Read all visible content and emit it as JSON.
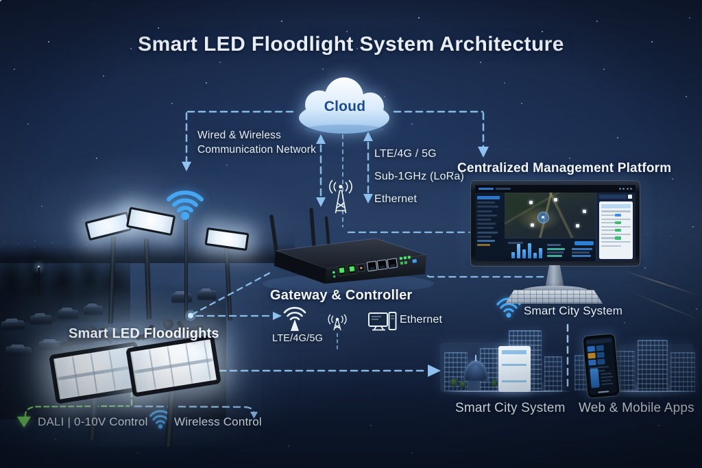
{
  "title": "Smart LED Floodlight System Architecture",
  "cloud": {
    "label": "Cloud"
  },
  "cloud_links": {
    "network_line1": "Wired & Wireless",
    "network_line2": "Communication Network",
    "lte": "LTE/4G / 5G",
    "sub1ghz": "Sub-1GHz (LoRa)",
    "ethernet": "Ethernet"
  },
  "platform": {
    "title": "Centralized Management Platform",
    "connection": "Smart City System"
  },
  "gateway": {
    "title": "Gateway & Controller",
    "lte": "LTE/4G/5G",
    "ethernet": "Ethernet"
  },
  "floodlights": {
    "title": "Smart LED Floodlights"
  },
  "bottom_controls": {
    "dali": "DALI | 0-10V Control",
    "wireless": "Wireless Control"
  },
  "city": {
    "label": "Smart City System"
  },
  "apps": {
    "label": "Web & Mobile Apps"
  },
  "colors": {
    "accent_blue": "#46a6f2",
    "dashed_line": "#8fc2ef",
    "green": "#7ee05e",
    "cloud_text": "#1c4a8e",
    "label_text": "#e9f1fa"
  }
}
